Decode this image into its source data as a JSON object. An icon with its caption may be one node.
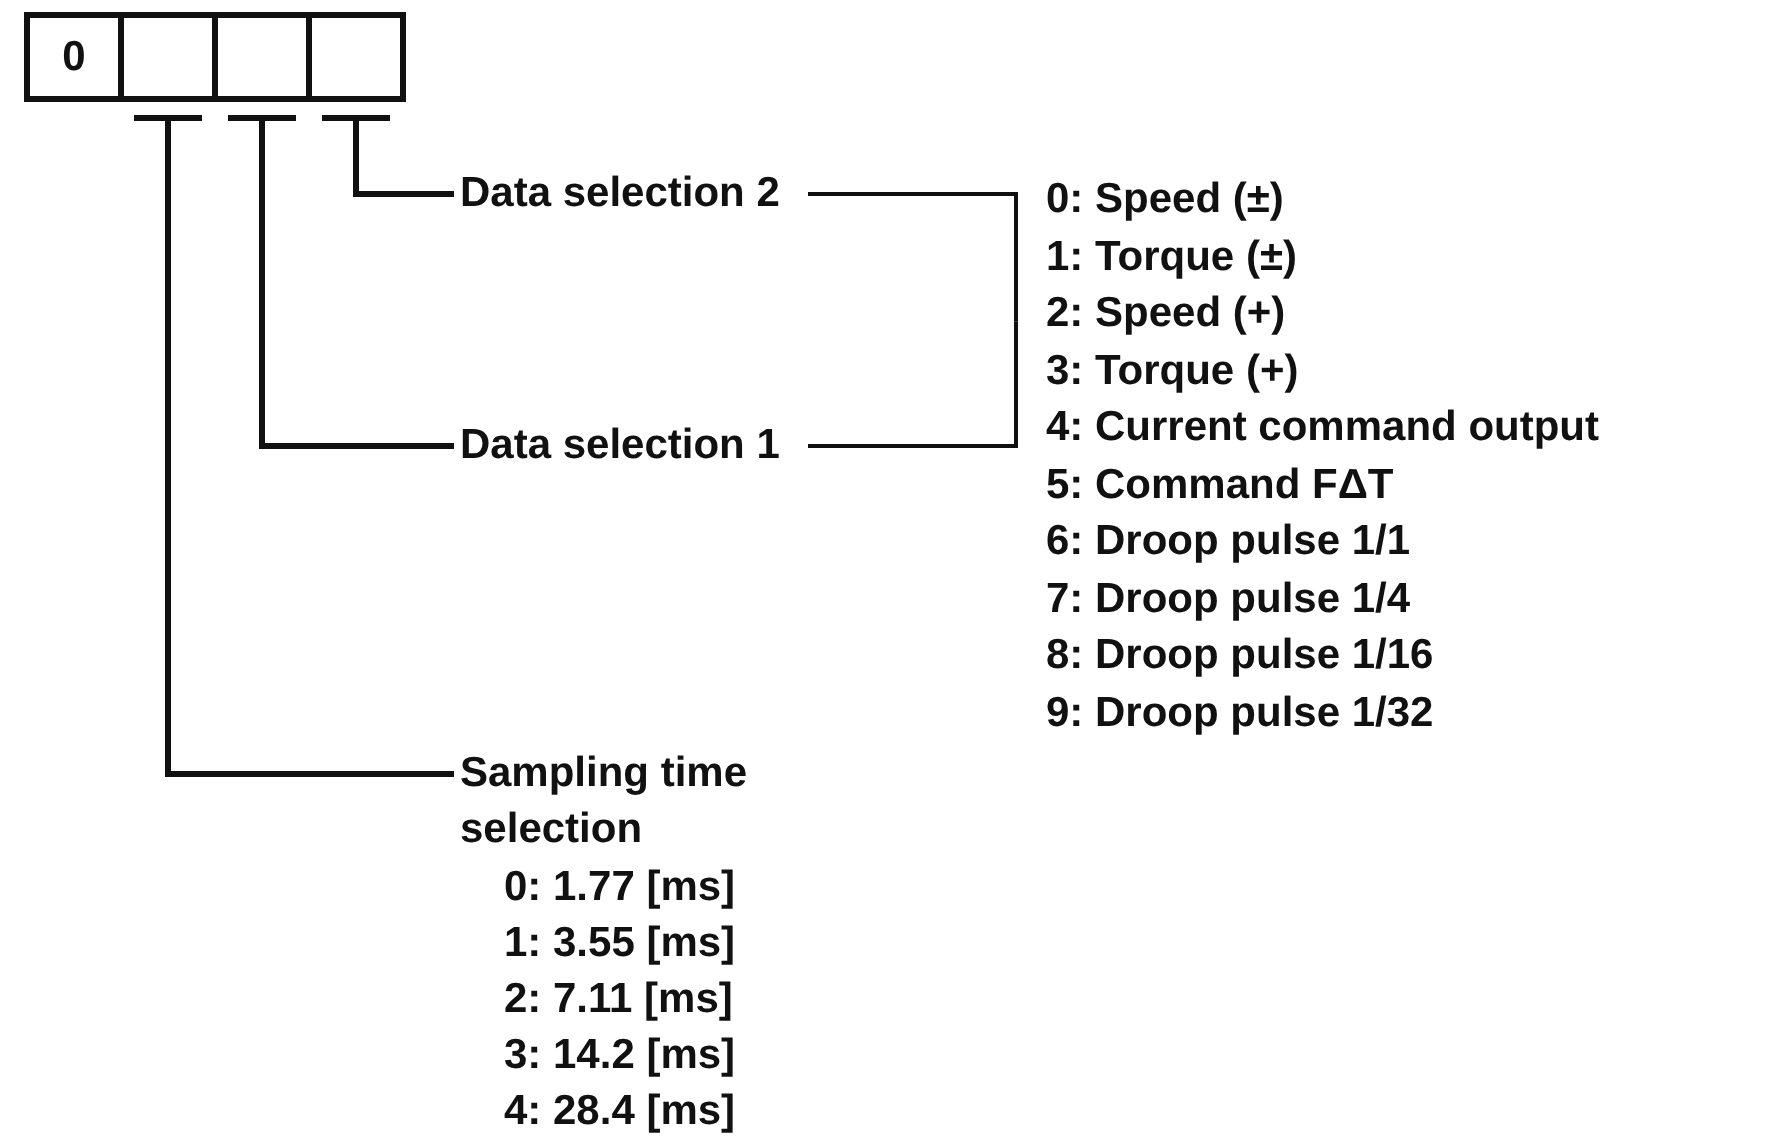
{
  "diagram": {
    "nodes": [
      {
        "text": [
          "0"
        ]
      },
      {
        "text": [],
        "shape": "box"
      },
      {
        "text": [],
        "shape": "box"
      },
      {
        "text": [],
        "shape": "box"
      },
      {
        "text": [
          "Data selection 2"
        ]
      },
      {
        "text": [
          "Data selection 1"
        ]
      },
      {
        "text": [
          "Sampling time selection"
        ],
        "beside": [
          "0: 1.77 [ms]",
          "1: 3.55 [ms]",
          "2: 7.11 [ms]",
          "3: 14.2 [ms]",
          "4: 28.4 [ms]"
        ]
      },
      {
        "text": [
          "0: Speed (±)",
          "1: Torque (±)",
          "2: Speed (+)",
          "3: Torque (+)",
          "4: Current command output",
          "5: Command FΔT",
          "6: Droop pulse 1/1",
          "7: Droop pulse 1/4",
          "8: Droop pulse 1/16",
          "9: Droop pulse 1/32"
        ]
      }
    ],
    "edges": [
      {
        "from": 3,
        "to": 4,
        "arrow": "none"
      },
      {
        "from": 2,
        "to": 5,
        "arrow": "none"
      },
      {
        "from": 1,
        "to": 6,
        "arrow": "none"
      },
      {
        "from": 4,
        "to": 7,
        "arrow": "none"
      },
      {
        "from": 5,
        "to": 7,
        "arrow": "none"
      }
    ]
  }
}
